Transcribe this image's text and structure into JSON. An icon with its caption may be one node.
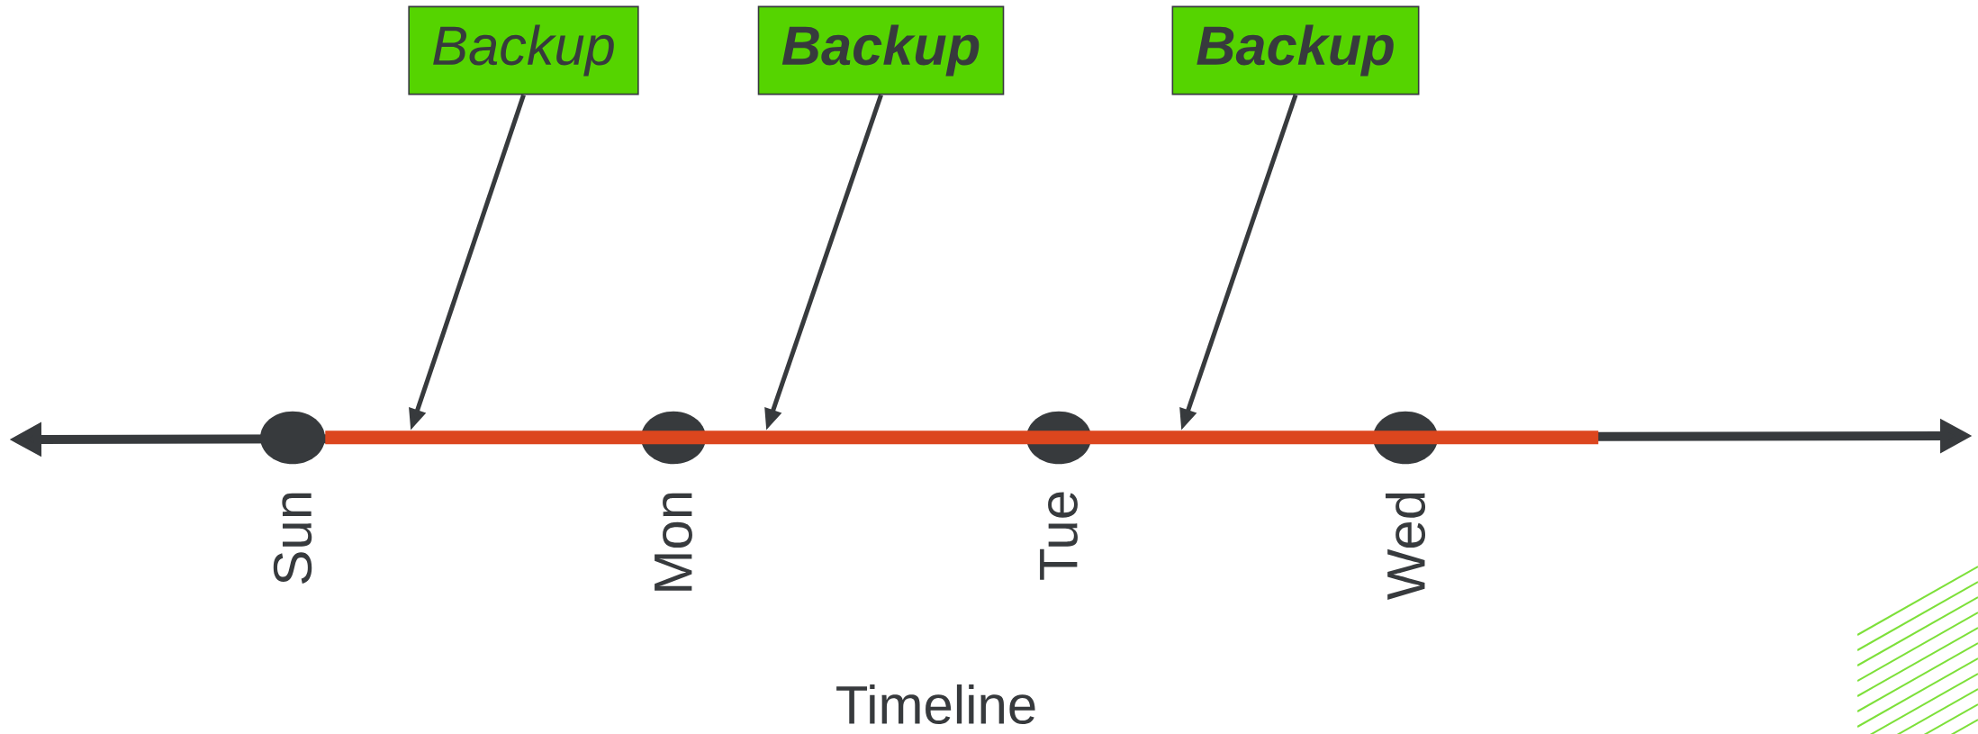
{
  "diagram": {
    "nodes": [
      {
        "text": [
          "Backup"
        ]
      },
      {
        "text": [
          "Backup"
        ]
      },
      {
        "text": [
          "Backup"
        ]
      },
      {
        "text": [],
        "shape": "circle",
        "beside": [
          "Sun"
        ]
      },
      {
        "text": [],
        "shape": "circle",
        "beside": [
          "Mon"
        ]
      },
      {
        "text": [],
        "shape": "circle",
        "beside": [
          "Tue"
        ]
      },
      {
        "text": [],
        "shape": "circle",
        "beside": [
          "Wed"
        ]
      },
      {
        "text": [],
        "shape": "bar"
      }
    ],
    "edges": [
      {
        "from": 0,
        "to": 7,
        "arrow": "to"
      },
      {
        "from": 1,
        "to": 7,
        "arrow": "to"
      },
      {
        "from": 2,
        "to": 7,
        "arrow": "to"
      }
    ],
    "labels": [
      "Timeline"
    ]
  }
}
